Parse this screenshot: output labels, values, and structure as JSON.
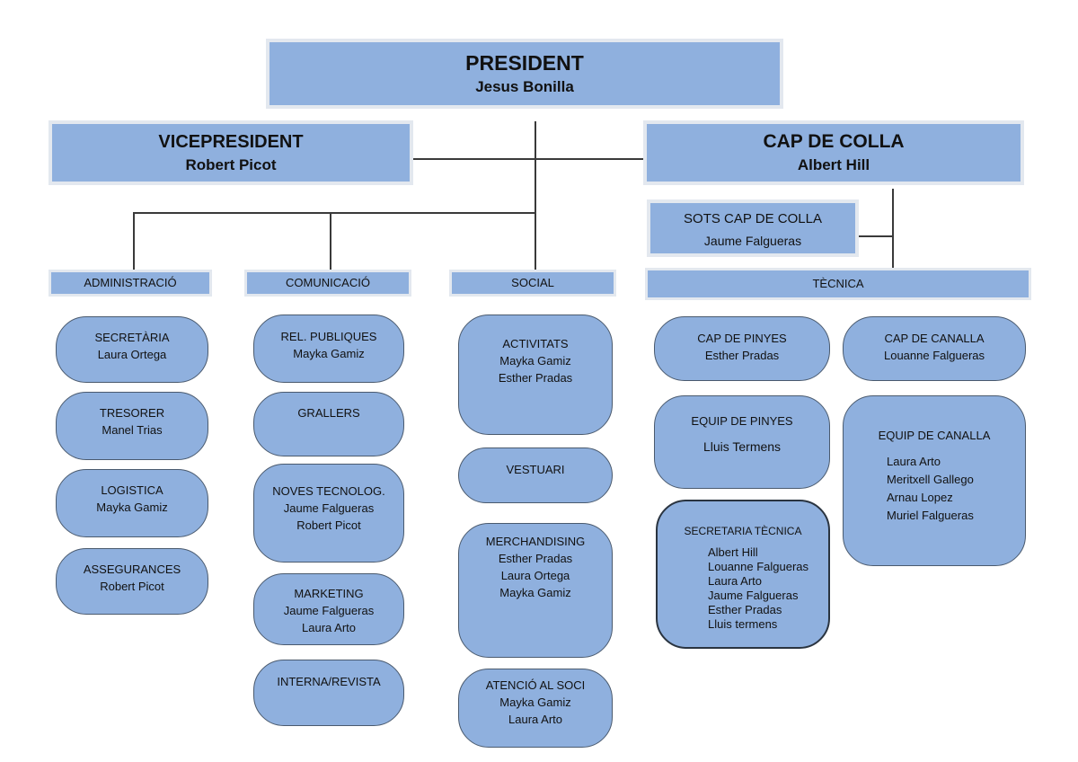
{
  "president": {
    "title": "PRESIDENT",
    "name": "Jesus Bonilla"
  },
  "vicepresident": {
    "title": "VICEPRESIDENT",
    "name": "Robert Picot"
  },
  "cap_de_colla": {
    "title": "CAP DE COLLA",
    "name": "Albert Hill"
  },
  "sots_cap": {
    "title": "SOTS CAP DE COLLA",
    "name": "Jaume Falgueras"
  },
  "areas": {
    "administracio": "ADMINISTRACIÓ",
    "comunicacio": "COMUNICACIÓ",
    "social": "SOCIAL",
    "tecnica": "TÈCNICA"
  },
  "administracio": [
    {
      "title": "SECRETÀRIA",
      "members": [
        "Laura Ortega"
      ]
    },
    {
      "title": "TRESORER",
      "members": [
        "Manel Trias"
      ]
    },
    {
      "title": "LOGISTICA",
      "members": [
        "Mayka Gamiz"
      ]
    },
    {
      "title": "ASSEGURANCES",
      "members": [
        "Robert Picot"
      ]
    }
  ],
  "comunicacio": [
    {
      "title": "REL. PUBLIQUES",
      "members": [
        "Mayka Gamiz"
      ]
    },
    {
      "title": "GRALLERS",
      "members": []
    },
    {
      "title": "NOVES TECNOLOG.",
      "members": [
        "Jaume Falgueras",
        "Robert Picot"
      ]
    },
    {
      "title": "MARKETING",
      "members": [
        "Jaume Falgueras",
        "Laura Arto"
      ]
    },
    {
      "title": "INTERNA/REVISTA",
      "members": []
    }
  ],
  "social": [
    {
      "title": "ACTIVITATS",
      "members": [
        "Mayka Gamiz",
        "Esther Pradas"
      ]
    },
    {
      "title": "VESTUARI",
      "members": []
    },
    {
      "title": "MERCHANDISING",
      "members": [
        "Esther Pradas",
        "Laura Ortega",
        "Mayka Gamiz"
      ]
    },
    {
      "title": "ATENCIÓ AL SOCI",
      "members": [
        "Mayka Gamiz",
        "Laura Arto"
      ]
    }
  ],
  "tecnica_left": [
    {
      "title": "CAP DE PINYES",
      "members": [
        "Esther Pradas"
      ]
    },
    {
      "title": "EQUIP DE PINYES",
      "members": [
        "Lluis Termens"
      ]
    },
    {
      "title": "SECRETARIA TÈCNICA",
      "members": [
        "Albert Hill",
        "Louanne Falgueras",
        "Laura Arto",
        "Jaume Falgueras",
        "Esther Pradas",
        "Lluis termens"
      ]
    }
  ],
  "tecnica_right": [
    {
      "title": "CAP DE CANALLA",
      "members": [
        "Louanne Falgueras"
      ]
    },
    {
      "title": "EQUIP DE CANALLA",
      "members": [
        "Laura Arto",
        "Meritxell Gallego",
        "Arnau Lopez",
        "Muriel Falgueras"
      ]
    }
  ]
}
